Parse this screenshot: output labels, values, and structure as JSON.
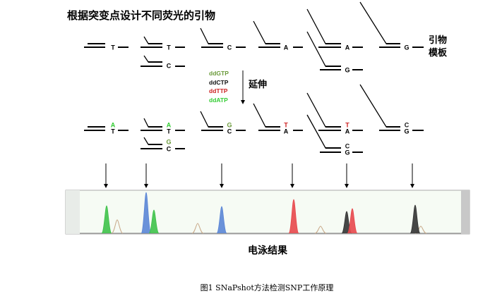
{
  "title": "根据突变点设计不同荧光的引物",
  "labels": {
    "primer": "引物",
    "template": "模板",
    "extend": "延伸",
    "electrophoresis": "电泳结果"
  },
  "caption": "图1 SNaPshot方法检测SNP工作原理",
  "ddntps": [
    {
      "label": "ddGTP",
      "color": "#6a9a3a"
    },
    {
      "label": "ddCTP",
      "color": "#111111"
    },
    {
      "label": "ddTTP",
      "color": "#cc2222"
    },
    {
      "label": "ddATP",
      "color": "#33cc33"
    }
  ],
  "top_row": {
    "templates": [
      "T",
      "T",
      "C",
      "C",
      "A",
      "A",
      "G",
      "G"
    ]
  },
  "bottom_row": {
    "added": [
      "A",
      "A",
      "G",
      "G",
      "T",
      "T",
      "C",
      "C"
    ],
    "added_colors": [
      "#33cc33",
      "#33cc33",
      "#6a9a3a",
      "#6a9a3a",
      "#cc2222",
      "#cc2222",
      "#111111",
      "#111111"
    ],
    "templates": [
      "T",
      "T",
      "C",
      "C",
      "A",
      "A",
      "G",
      "G"
    ]
  },
  "colors": {
    "green": "#3fc24a",
    "blue": "#5b86d6",
    "red": "#e8484c",
    "black": "#333333",
    "tan": "#c8a888"
  }
}
